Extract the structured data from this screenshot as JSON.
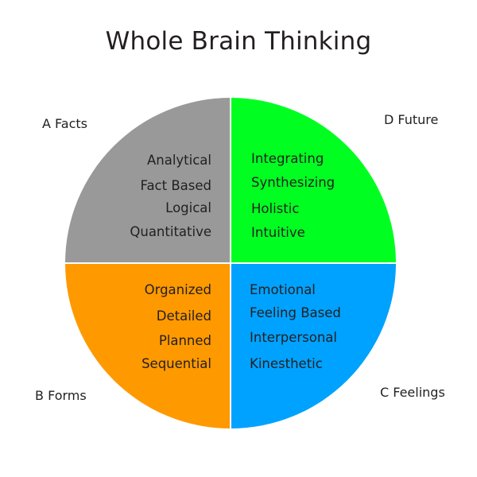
{
  "title": "Whole Brain Thinking",
  "colors": {
    "quadrant_a": "#999999",
    "quadrant_d": "#00ff21",
    "quadrant_b": "#ff9900",
    "quadrant_c": "#00a2ff",
    "divider": "#ffffff",
    "text": "#231f20"
  },
  "quadrants": {
    "a": {
      "label": "A Facts",
      "items": [
        "Analytical",
        "Fact Based",
        "Logical",
        "Quantitative"
      ]
    },
    "d": {
      "label": "D Future",
      "items": [
        "Integrating",
        "Synthesizing",
        "Holistic",
        "Intuitive"
      ]
    },
    "b": {
      "label": "B Forms",
      "items": [
        "Organized",
        "Detailed",
        "Planned",
        "Sequential"
      ]
    },
    "c": {
      "label": "C Feelings",
      "items": [
        "Emotional",
        "Feeling Based",
        "Interpersonal",
        "Kinesthetic"
      ]
    }
  }
}
